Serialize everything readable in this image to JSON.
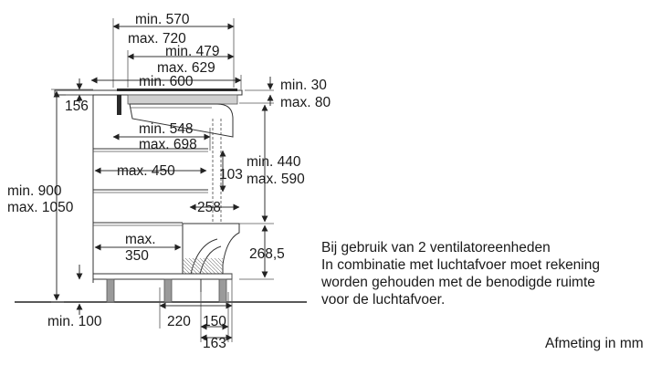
{
  "dimensions": {
    "width_top": {
      "min": "min. 570",
      "max": "max. 720"
    },
    "width_mid": {
      "min": "min. 479",
      "max": "max. 629"
    },
    "hob_width": "min. 600",
    "worktop_gap": {
      "min": "min. 30",
      "max": "max. 80"
    },
    "depth_156": "156",
    "inner_width": {
      "min": "min. 548",
      "max": "max. 698"
    },
    "drawer_upper": "max. 450",
    "offset_103": "103",
    "height_right": {
      "min": "min. 440",
      "max": "max. 590"
    },
    "total_height": {
      "min": "min. 900",
      "max": "max. 1050"
    },
    "duct_258": "258",
    "drawer_lower": {
      "line1": "max.",
      "line2": "350"
    },
    "height_268": "268,5",
    "plinth": "min. 100",
    "bottom_220": "220",
    "bottom_150": "150",
    "bottom_163": "163"
  },
  "note": {
    "lines": [
      "Bij gebruik van 2 ventilatoreenheden",
      "In combinatie met luchtafvoer moet rekening",
      "worden gehouden met de benodigde ruimte",
      "voor de luchtafvoer."
    ]
  },
  "unit_note": "Afmeting in mm"
}
